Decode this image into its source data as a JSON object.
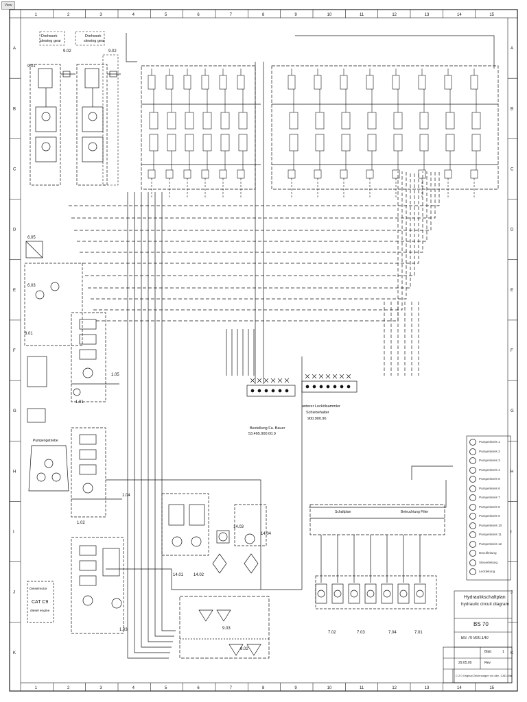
{
  "toolbar": {
    "view_button_label": "View"
  },
  "grid": {
    "columns": [
      "1",
      "2",
      "3",
      "4",
      "5",
      "6",
      "7",
      "8",
      "9",
      "10",
      "11",
      "12",
      "13",
      "14",
      "15"
    ],
    "rows": [
      "A",
      "B",
      "C",
      "D",
      "E",
      "F",
      "G",
      "H",
      "I",
      "J",
      "K"
    ]
  },
  "labels": {
    "slewing_gear_left": [
      "Drehwerk",
      "slewing gear"
    ],
    "slewing_gear_right": [
      "Drehwerk",
      "slewing gear"
    ],
    "valve_9_01": "9.01",
    "valve_9_02a": "9.02",
    "valve_9_02b": "9.02",
    "valve_6_05": "6.05",
    "valve_6_03": "6.03",
    "valve_1_01": "1.01",
    "valve_1_04": "1.04",
    "valve_1_05": "1.05",
    "valve_1_02": "1.02",
    "valve_1_03": "1.03",
    "valve_8_01": "8.01",
    "valve_8_02": "8.02",
    "valve_7_01": "7.01",
    "valve_7_02": "7.02",
    "valve_7_03": "7.03",
    "valve_7_04": "7.04",
    "valve_9_03": "9.03",
    "valve_14_01": "14.01",
    "valve_14_02": "14.02",
    "valve_14_03": "14.03",
    "valve_14_04": "14.04",
    "manifold_left": [
      "Bestellung Fa. Bauer",
      "53.465.900.00.0"
    ],
    "manifold_right": [
      "unterer Leckölsammler",
      "Schiebehalter",
      "900.900.96"
    ],
    "diesel_engine": [
      "Dieselmotor",
      "CAT C9",
      "diesel engine"
    ],
    "filter_label_left": "Schaltplan",
    "filter_label_right": "Beleuchtung Filter",
    "pump_label": "Pumpengetriebe"
  },
  "legend": {
    "items": [
      "Pumpenkreis 1",
      "Pumpenkreis 2",
      "Pumpenkreis 3",
      "Pumpenkreis 4",
      "Pumpenkreis 5",
      "Pumpenkreis 6",
      "Pumpenkreis 7",
      "Pumpenkreis 8",
      "Pumpenkreis 9",
      "Pumpenkreis 10",
      "Pumpenkreis 11",
      "Pumpenkreis 12",
      "Druckleitung",
      "Steuerleitung",
      "Leckleitung"
    ]
  },
  "title_block": {
    "title_de": "Hydraulikschaltplan",
    "title_en": "hydraulic circuit diagram",
    "model": "BS 70",
    "drawing_number": "BS 70 800.140",
    "revision_label": "Rev",
    "sheet_label": "Blatt",
    "sheet_value": "1",
    "date_value": "29.05.09",
    "footer_note": "C 2.0 Original Zeichnungen vor Abn. CAD-Maßstab"
  },
  "colors": {
    "line": "#111111",
    "frame": "#222222",
    "grid_text": "#333333",
    "background": "#ffffff"
  }
}
